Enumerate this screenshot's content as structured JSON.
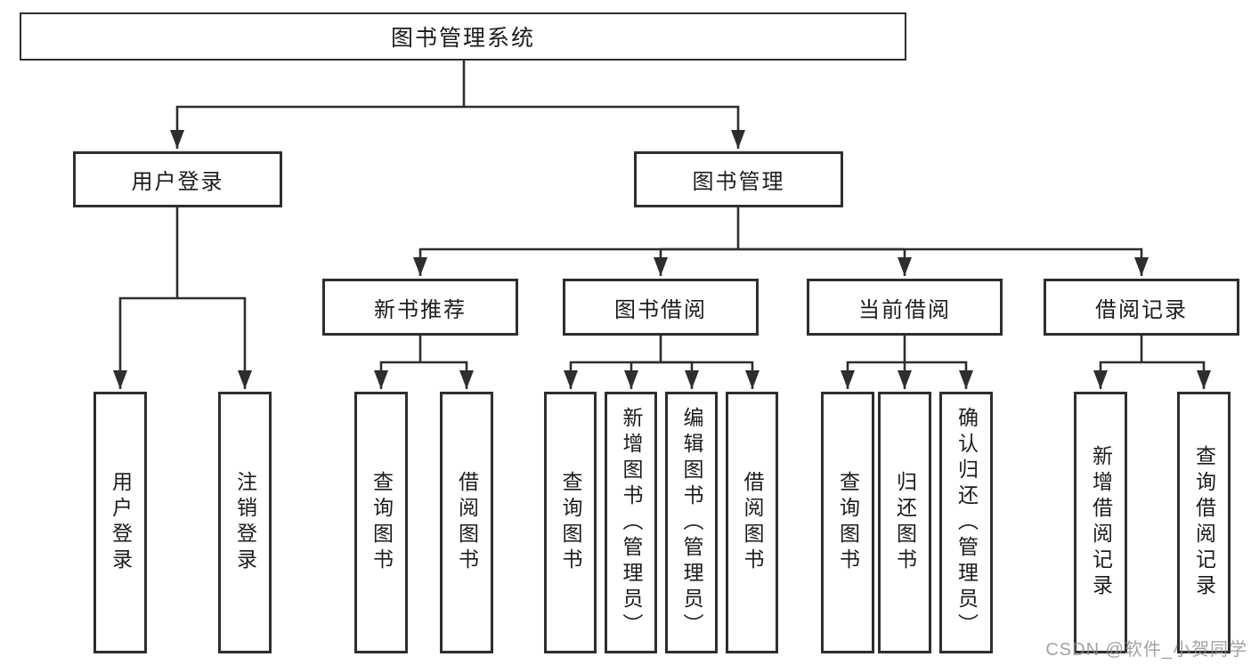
{
  "colors": {
    "line": "#2e2e2e",
    "box_border": "#2e2e2e",
    "text": "#1c1c1c",
    "background": "#ffffff",
    "watermark": "#8c8c8c"
  },
  "tree": {
    "root": {
      "label": "图书管理系统",
      "children": [
        {
          "label": "用户登录",
          "children": [
            {
              "label": "用户登录"
            },
            {
              "label": "注销登录"
            }
          ]
        },
        {
          "label": "图书管理",
          "children": [
            {
              "label": "新书推荐",
              "children": [
                {
                  "label": "查询图书"
                },
                {
                  "label": "借阅图书"
                }
              ]
            },
            {
              "label": "图书借阅",
              "children": [
                {
                  "label": "查询图书"
                },
                {
                  "label": "新增图书（管理员）"
                },
                {
                  "label": "编辑图书（管理员）"
                },
                {
                  "label": "借阅图书"
                }
              ]
            },
            {
              "label": "当前借阅",
              "children": [
                {
                  "label": "查询图书"
                },
                {
                  "label": "归还图书"
                },
                {
                  "label": "确认归还（管理员）"
                }
              ]
            },
            {
              "label": "借阅记录",
              "children": [
                {
                  "label": "新增借阅记录"
                },
                {
                  "label": "查询借阅记录"
                }
              ]
            }
          ]
        }
      ]
    }
  },
  "watermark": {
    "text": "CSDN @软件_小贺同学"
  }
}
